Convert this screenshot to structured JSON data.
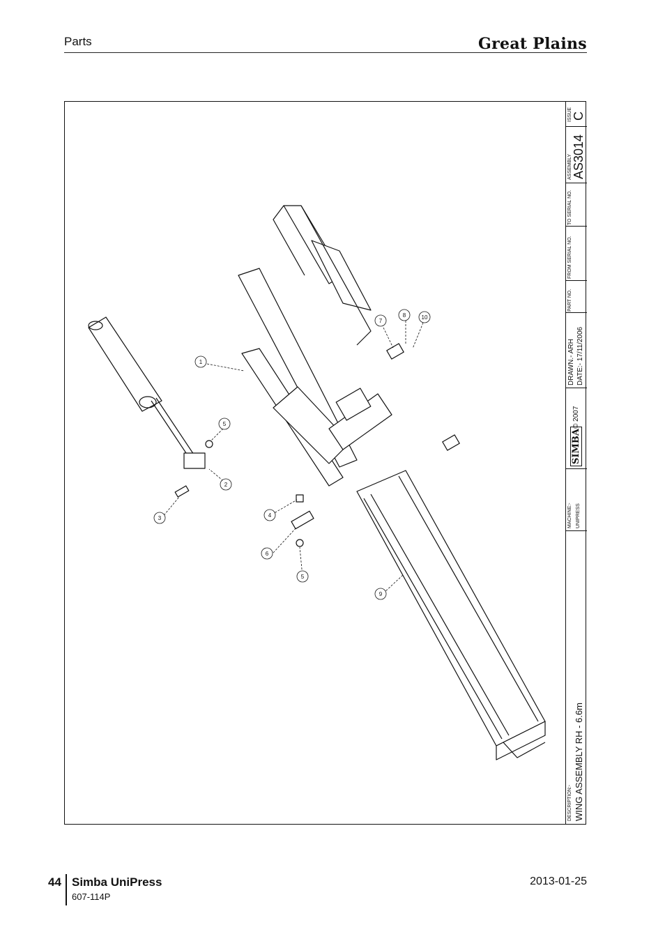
{
  "header": {
    "section": "Parts",
    "brand": "Great Plains"
  },
  "drawing": {
    "issue_label": "ISSUE",
    "issue_value": "C",
    "assembly_label": "ASSEMBLY",
    "assembly_value": "AS3014",
    "to_serial_label": "TO SERIAL NO.",
    "from_serial_label": "FROM SERIAL NO.",
    "part_no_label": "PART NO.",
    "drawn": "DRAWN.- ARH",
    "date": "DATE:- 17/11/2006",
    "logo_text": "SIMBA",
    "copyright": "© 2007",
    "machine_label": "MACHINE:-",
    "machine_value": "UNIPRESS",
    "description_label": "DESCRIPTION:-",
    "description_value": "WING ASSEMBLY RH - 6.6m",
    "callouts": [
      "1",
      "2",
      "3",
      "4",
      "5",
      "5",
      "6",
      "7",
      "8",
      "9",
      "10"
    ]
  },
  "footer": {
    "page_number": "44",
    "product": "Simba UniPress",
    "part_number": "607-114P",
    "date": "2013-01-25"
  }
}
